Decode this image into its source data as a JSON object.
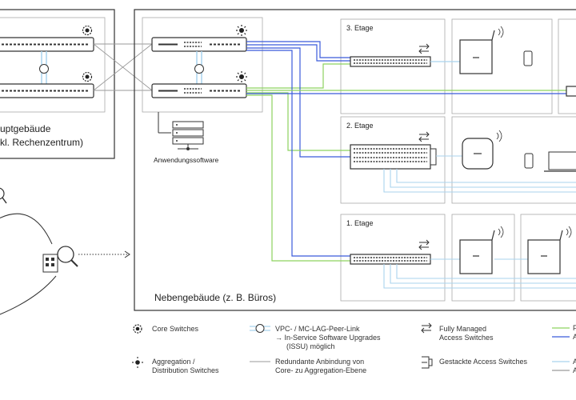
{
  "buildings": {
    "main_line1": "uptgebäude",
    "main_line2": "kl. Rechenzentrum)",
    "annex": "Nebengebäude (z. B. Büros)"
  },
  "floors": [
    "3. Etage",
    "2. Etage",
    "1. Etage"
  ],
  "server_label": "Anwendungssoftware",
  "legend": {
    "core": "Core Switches",
    "vpc_line1": "VPC- / MC-LAG-Peer-Link",
    "vpc_line2": "→ In-Service Software Upgrades",
    "vpc_line3": "(ISSU) möglich",
    "managed_line1": "Fully Managed",
    "managed_line2": "Access Switches",
    "agg_line1": "Aggregation /",
    "agg_line2": "Distribution Switches",
    "redundant_line1": "Redundante Anbindung von",
    "redundant_line2": "Core- zu Aggregation-Ebene",
    "stacked": "Gestackte Access Switches",
    "cut1": "F",
    "cut2": "A",
    "cut3": "A",
    "cut4": "A"
  },
  "colors": {
    "green": "#8dd35f",
    "blue": "#3b5bdb",
    "lightblue": "#a9d3ee",
    "gray": "#9a9a9a",
    "frame": "#333333"
  }
}
